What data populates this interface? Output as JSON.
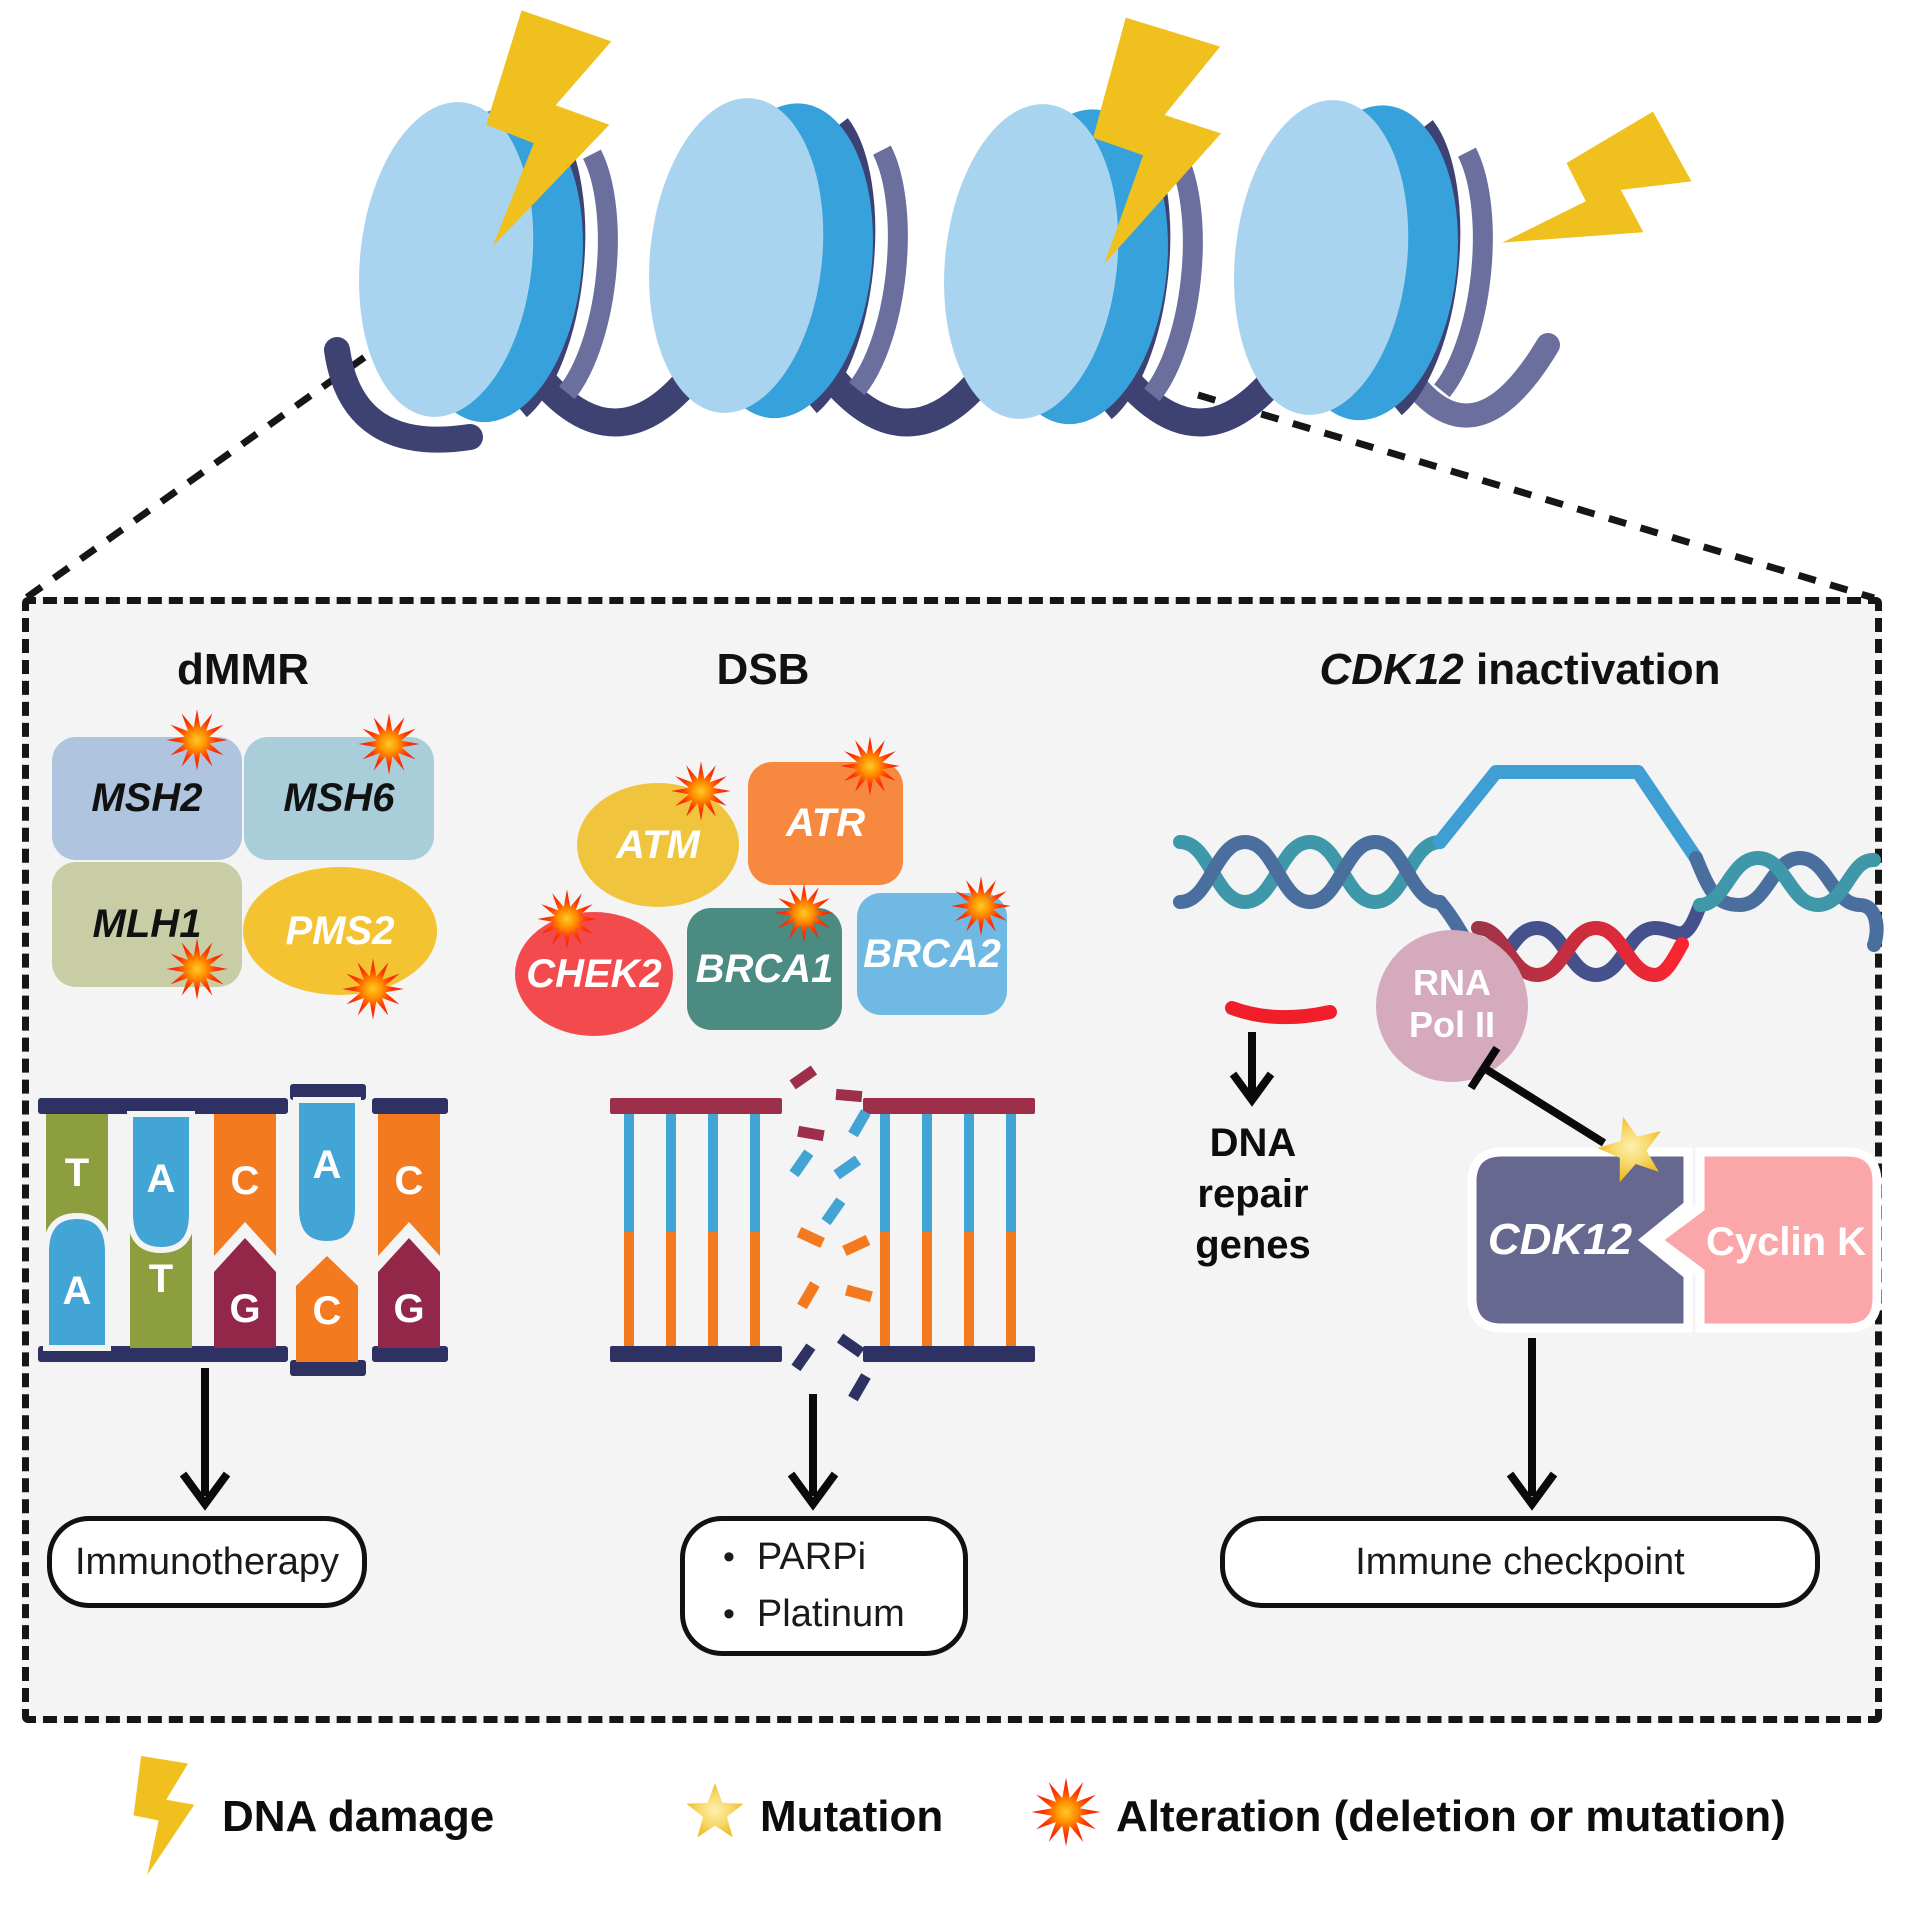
{
  "panel": {
    "sections": [
      {
        "title": "dMMR",
        "genes": [
          {
            "label": "MSH2"
          },
          {
            "label": "MSH6"
          },
          {
            "label": "MLH1"
          },
          {
            "label": "PMS2"
          }
        ],
        "dna_pairs": [
          {
            "top": "T",
            "bottom": "A"
          },
          {
            "top": "A",
            "bottom": "T"
          },
          {
            "top": "C",
            "bottom": "G"
          },
          {
            "top": "A",
            "bottom": "C",
            "mismatch": true
          },
          {
            "top": "C",
            "bottom": "G"
          }
        ],
        "treatment_label": "Immunotherapy"
      },
      {
        "title": "DSB",
        "genes": [
          {
            "label": "ATM"
          },
          {
            "label": "ATR"
          },
          {
            "label": "CHEK2"
          },
          {
            "label": "BRCA1"
          },
          {
            "label": "BRCA2"
          }
        ],
        "bullet": "•",
        "treatment_items": [
          "PARPi",
          "Platinum"
        ]
      },
      {
        "title_gene": "CDK12",
        "title_rest": " inactivation",
        "rna_pol_label": "RNA\nPol II",
        "dna_repair_label": "DNA\nrepair\ngenes",
        "complex": {
          "kinase": "CDK12",
          "cyclin": "Cyclin K"
        },
        "treatment_label": "Immune checkpoint"
      }
    ]
  },
  "legend": {
    "items": [
      {
        "icon": "lightning-icon",
        "label": "DNA damage"
      },
      {
        "icon": "star-icon",
        "label": "Mutation"
      },
      {
        "icon": "starburst-icon",
        "label": "Alteration (deletion or mutation)"
      }
    ]
  },
  "colors": {
    "nucleosome_face": "#A9D4EF",
    "nucleosome_side": "#36A1DB",
    "dna_wrap_dark": "#3E4272",
    "dna_wrap_light": "#6B6F9E",
    "lightning": "#F0C01E",
    "panel_bg": "#F4F4F5",
    "msh2": "#AFC4DE",
    "msh6": "#A9CEDA",
    "mlh1": "#C8CDA6",
    "pms2": "#F4C331",
    "atm": "#F0C43C",
    "atr": "#F6893F",
    "chek2": "#F34B4D",
    "brca1": "#4B8B81",
    "brca2": "#6FB9E2",
    "base_a_blue": "#42A5D6",
    "base_t_olive": "#8C9E3E",
    "base_c_orange": "#F47A20",
    "base_g_maroon": "#93274A",
    "dna_cap_navy": "#2E3263",
    "dsb_rail_maroon": "#9E2F4B",
    "rna_pol": "#D5AABC",
    "cdk12": "#666890",
    "cyclin_k": "#FBA7AA",
    "rna_red": "#E8273A",
    "helix_teal": "#3E98AA",
    "helix_blue": "#4A6F9F",
    "bubble_blue": "#3F9FD4",
    "alteration_red": "#FF2D16",
    "mutation_yellow": "#F2C230"
  }
}
